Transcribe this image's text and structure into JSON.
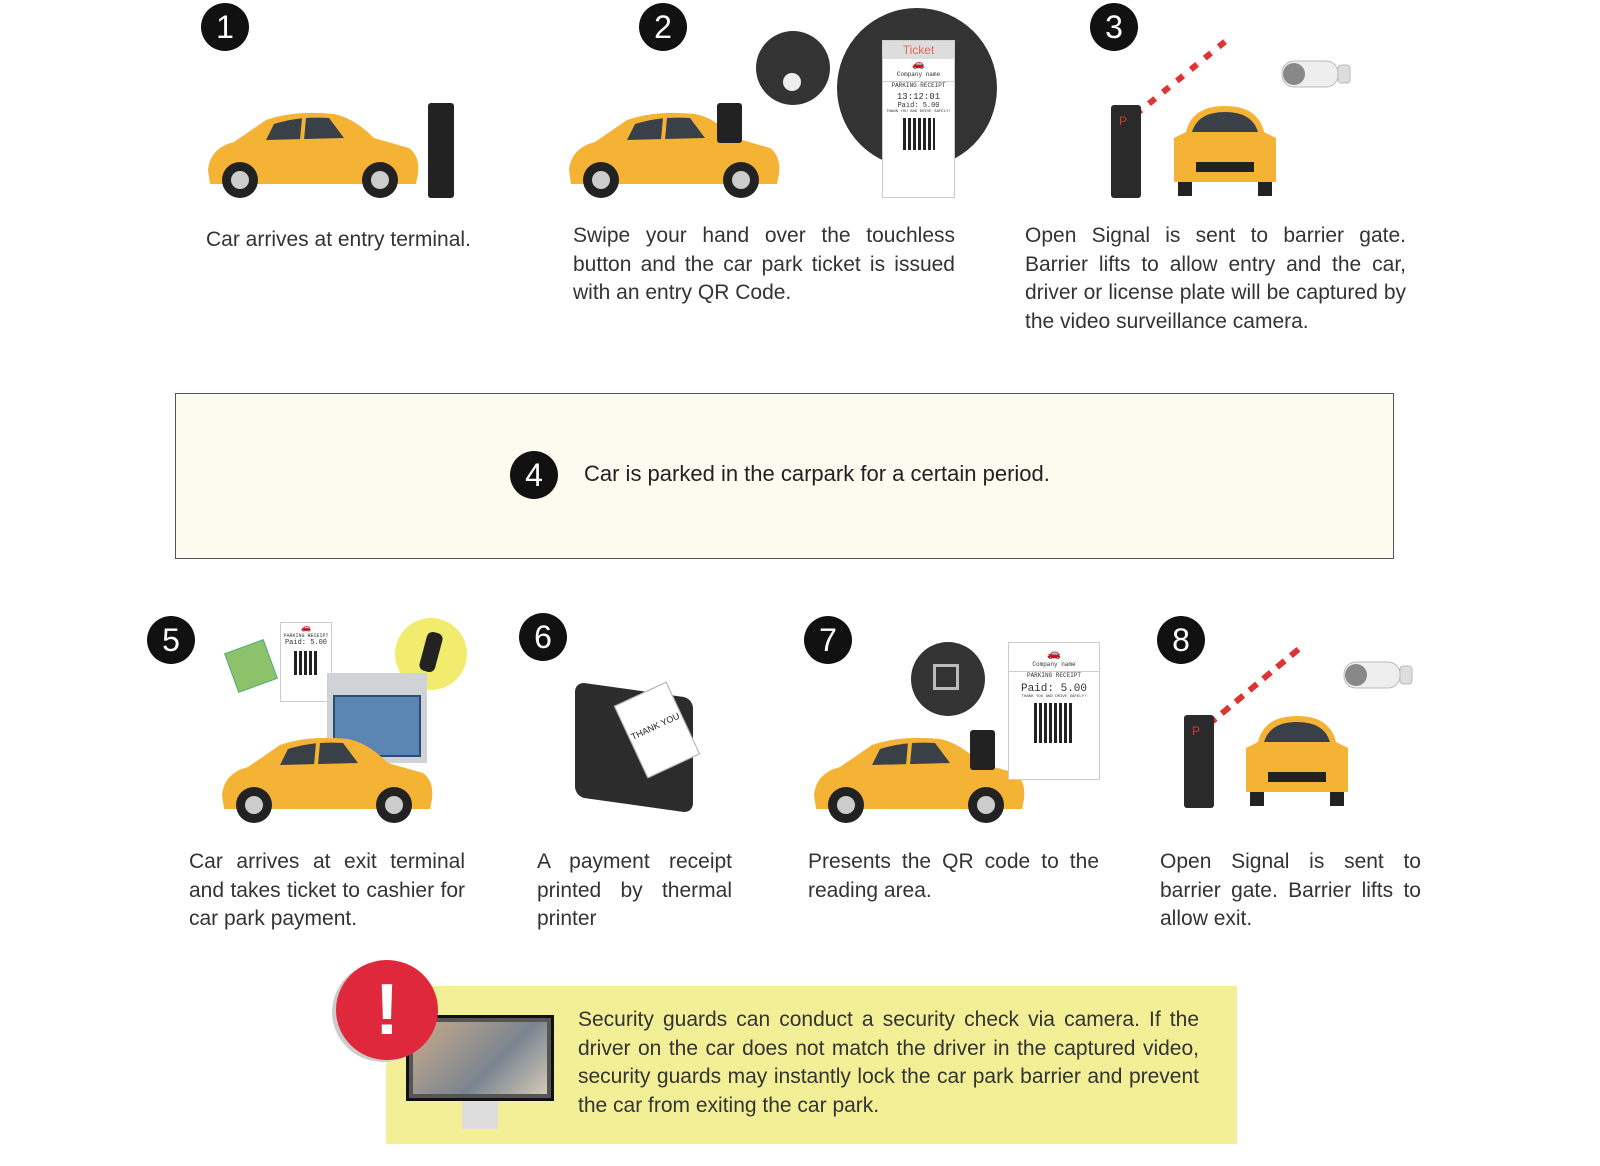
{
  "steps": [
    {
      "number": "1",
      "text": "Car arrives at entry terminal."
    },
    {
      "number": "2",
      "text": "Swipe your hand over the touchless button and the car park ticket is issued with an entry QR Code."
    },
    {
      "number": "3",
      "text": "Open Signal is sent to barrier gate. Barrier lifts to allow entry and the car, driver or license plate will be captured by the video surveillance camera."
    },
    {
      "number": "4",
      "text": "Car is parked in the carpark for a certain period."
    },
    {
      "number": "5",
      "text": "Car arrives at exit terminal and takes ticket to cashier for car park payment."
    },
    {
      "number": "6",
      "text": "A payment receipt printed by thermal printer"
    },
    {
      "number": "7",
      "text": "Presents the QR code to the reading area."
    },
    {
      "number": "8",
      "text": "Open Signal is sent to barrier gate. Barrier lifts to allow exit."
    }
  ],
  "ticket": {
    "header": "Ticket",
    "company": "Company name",
    "receipt": "PARKING RECEIPT",
    "time": "13:12:01",
    "paid": "Paid: 5.00",
    "thanks": "THANK YOU AND DRIVE SAFELY!"
  },
  "printer_paper": "THANK YOU",
  "warning": {
    "icon_text": "!",
    "text": "Security guards can conduct a security check via camera. If the driver on the car does not match the driver in the captured video, security guards may instantly lock the car park barrier and prevent the car from exiting the car park."
  },
  "colors": {
    "car": "#f5b335",
    "box4": "#fdfaf0",
    "warning_bg": "#f3ef96",
    "alert_red": "#e0283c"
  }
}
